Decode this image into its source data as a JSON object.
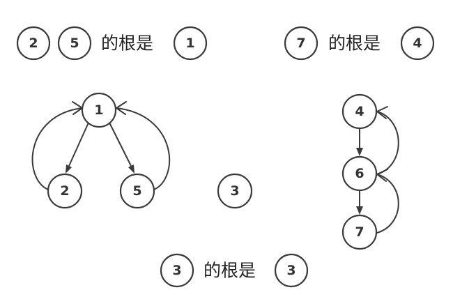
{
  "captions": [
    {
      "items": [
        "2",
        "5"
      ],
      "text": "的根是",
      "root": "1"
    },
    {
      "items": [
        "7"
      ],
      "text": "的根是",
      "root": "4"
    },
    {
      "items": [
        "3"
      ],
      "text": "的根是",
      "root": "3"
    }
  ],
  "trees": [
    {
      "nodes": [
        "1",
        "2",
        "5"
      ],
      "child_edges": [
        [
          "1",
          "2"
        ],
        [
          "1",
          "5"
        ]
      ],
      "root_pointers": [
        [
          "2",
          "1"
        ],
        [
          "5",
          "1"
        ]
      ]
    },
    {
      "nodes": [
        "3"
      ],
      "child_edges": [],
      "root_pointers": []
    },
    {
      "nodes": [
        "4",
        "6",
        "7"
      ],
      "child_edges": [
        [
          "4",
          "6"
        ],
        [
          "6",
          "7"
        ]
      ],
      "root_pointers": [
        [
          "6",
          "4"
        ],
        [
          "7",
          "6"
        ]
      ]
    }
  ]
}
